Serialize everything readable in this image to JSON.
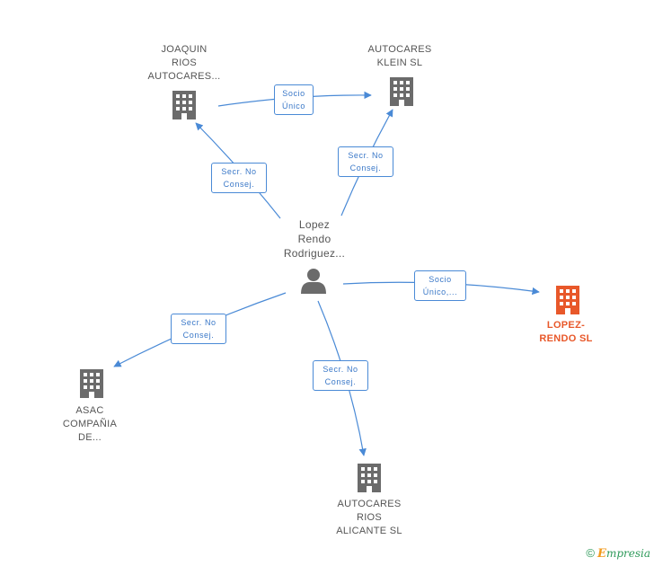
{
  "colors": {
    "edge": "#4a8ad6",
    "company_icon": "#6b6b6b",
    "focus_icon": "#e8582a",
    "person_icon": "#6b6b6b"
  },
  "nodes": {
    "person": {
      "lines": [
        "Lopez",
        "Rendo",
        "Rodriguez..."
      ],
      "icon": "person-icon"
    },
    "joaquin": {
      "lines": [
        "JOAQUIN",
        "RIOS",
        "AUTOCARES..."
      ],
      "icon": "building-icon"
    },
    "klein": {
      "lines": [
        "AUTOCARES",
        "KLEIN SL"
      ],
      "icon": "building-icon"
    },
    "lopez_rendo": {
      "lines": [
        "LOPEZ-",
        "RENDO SL"
      ],
      "icon": "building-icon"
    },
    "asac": {
      "lines": [
        "ASAC",
        "COMPAÑIA",
        "DE..."
      ],
      "icon": "building-icon"
    },
    "alicante": {
      "lines": [
        "AUTOCARES",
        "RIOS",
        "ALICANTE SL"
      ],
      "icon": "building-icon"
    }
  },
  "edges": {
    "joaquin_klein": [
      "Socio",
      "Único"
    ],
    "person_joaquin": [
      "Secr. No",
      "Consej."
    ],
    "person_klein": [
      "Secr. No",
      "Consej."
    ],
    "person_lopez": [
      "Socio",
      "Único,..."
    ],
    "person_asac": [
      "Secr. No",
      "Consej."
    ],
    "person_alicante": [
      "Secr. No",
      "Consej."
    ]
  },
  "footer": {
    "copyright_symbol": "©",
    "brand_initial": "E",
    "brand_rest": "mpresia"
  }
}
